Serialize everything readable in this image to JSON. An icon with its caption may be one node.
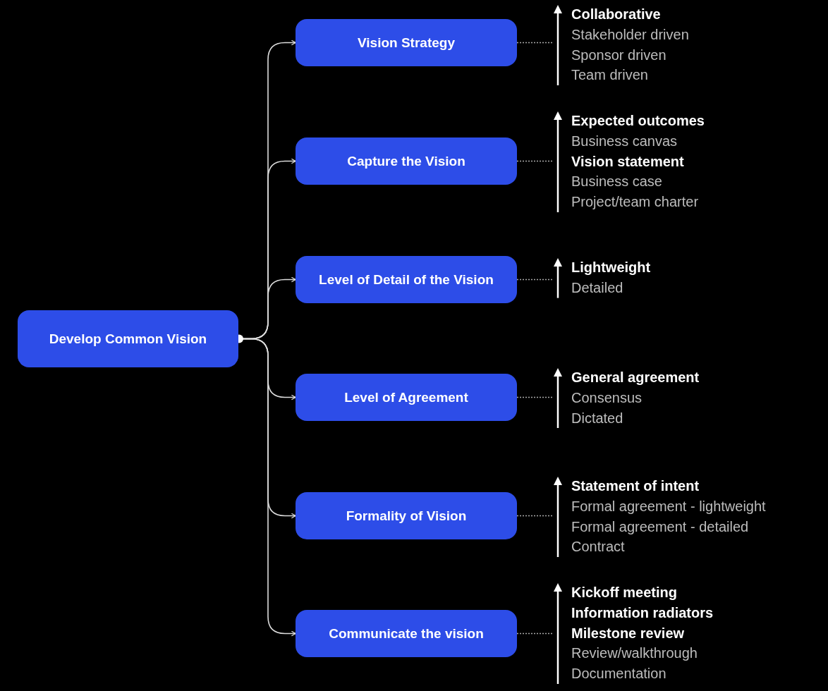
{
  "diagram": {
    "nodes": [
      {
        "text": [
          "Develop Common Vision"
        ]
      },
      {
        "text": [
          "Vision Strategy"
        ]
      },
      {
        "text": [
          "Capture the Vision"
        ]
      },
      {
        "text": [
          "Level of Detail of the Vision"
        ]
      },
      {
        "text": [
          "Level of Agreement"
        ]
      },
      {
        "text": [
          "Formality of Vision"
        ]
      },
      {
        "text": [
          "Communicate the vision"
        ]
      },
      {
        "text": [
          "**Collaborative**",
          "Stakeholder driven",
          "Sponsor driven",
          "Team driven"
        ]
      },
      {
        "text": [
          "**Expected outcomes**",
          "Business canvas",
          "**Vision statement**",
          "Business case",
          "Project/team charter"
        ]
      },
      {
        "text": [
          "**Lightweight**",
          "Detailed"
        ]
      },
      {
        "text": [
          "**General agreement**",
          "Consensus",
          "Dictated"
        ]
      },
      {
        "text": [
          "**Statement of intent**",
          "Formal agreement - lightweight",
          "Formal agreement - detailed",
          "Contract"
        ]
      },
      {
        "text": [
          "**Kickoff meeting**",
          "**Information radiators**",
          "**Milestone review**",
          "Review/walkthrough",
          "Documentation"
        ]
      }
    ],
    "edges": [
      {
        "from": 0,
        "to": 1,
        "arrow": "to"
      },
      {
        "from": 0,
        "to": 2,
        "arrow": "to"
      },
      {
        "from": 0,
        "to": 3,
        "arrow": "to"
      },
      {
        "from": 0,
        "to": 4,
        "arrow": "to"
      },
      {
        "from": 0,
        "to": 5,
        "arrow": "to"
      },
      {
        "from": 0,
        "to": 6,
        "arrow": "to"
      },
      {
        "from": 1,
        "to": 7,
        "arrow": "none",
        "style": "dashed"
      },
      {
        "from": 2,
        "to": 8,
        "arrow": "none",
        "style": "dashed"
      },
      {
        "from": 3,
        "to": 9,
        "arrow": "none",
        "style": "dashed"
      },
      {
        "from": 4,
        "to": 10,
        "arrow": "none",
        "style": "dashed"
      },
      {
        "from": 5,
        "to": 11,
        "arrow": "none",
        "style": "dashed"
      },
      {
        "from": 6,
        "to": 12,
        "arrow": "none",
        "style": "dashed"
      }
    ]
  }
}
